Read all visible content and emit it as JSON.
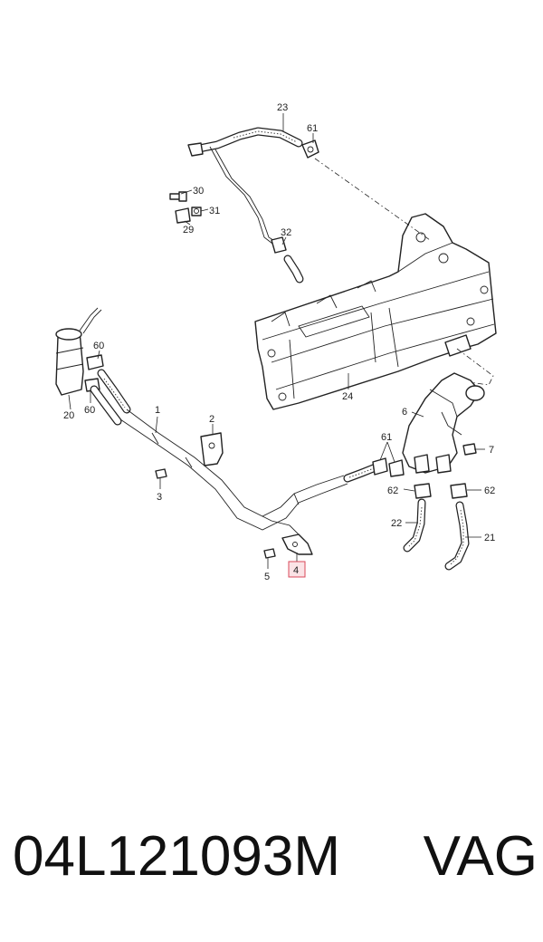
{
  "diagram": {
    "callouts": [
      {
        "id": "c23",
        "text": "23"
      },
      {
        "id": "c61a",
        "text": "61"
      },
      {
        "id": "c30",
        "text": "30"
      },
      {
        "id": "c31",
        "text": "31"
      },
      {
        "id": "c29",
        "text": "29"
      },
      {
        "id": "c32",
        "text": "32"
      },
      {
        "id": "c24",
        "text": "24"
      },
      {
        "id": "c60a",
        "text": "60"
      },
      {
        "id": "c20",
        "text": "20"
      },
      {
        "id": "c60b",
        "text": "60"
      },
      {
        "id": "c1",
        "text": "1"
      },
      {
        "id": "c2",
        "text": "2"
      },
      {
        "id": "c3",
        "text": "3"
      },
      {
        "id": "c6",
        "text": "6"
      },
      {
        "id": "c61b",
        "text": "61"
      },
      {
        "id": "c7",
        "text": "7"
      },
      {
        "id": "c62a",
        "text": "62"
      },
      {
        "id": "c62b",
        "text": "62"
      },
      {
        "id": "c22",
        "text": "22"
      },
      {
        "id": "c21",
        "text": "21"
      },
      {
        "id": "c5",
        "text": "5"
      },
      {
        "id": "c4",
        "text": "4"
      }
    ],
    "highlighted_callout": "4",
    "highlight_color": "#d8485a"
  },
  "footer": {
    "part_number": "04L121093M",
    "brand": "VAG"
  }
}
